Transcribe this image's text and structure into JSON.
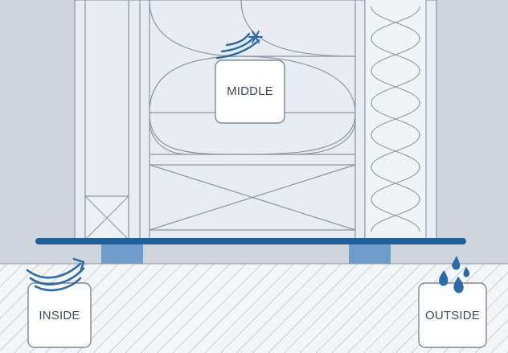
{
  "labels": {
    "middle": "MIDDLE",
    "inside": "INSIDE",
    "outside": "OUTSIDE"
  },
  "icons": {
    "middle": "cold-air-snowflake-icon",
    "inside": "warm-air-flow-icon",
    "outside": "water-drops-icon"
  },
  "colors": {
    "background": "#cfd6de",
    "wall_panel": "#e9edf1",
    "stud_fill": "#f3f5f8",
    "line": "#8996a4",
    "sill_plate": "#1f5f9a",
    "sill_block": "#6d9bcb",
    "ground": "#f2f4f6",
    "hatch": "#a7b1bb",
    "accent": "#2a6aa8",
    "label_border": "#7b8896"
  }
}
